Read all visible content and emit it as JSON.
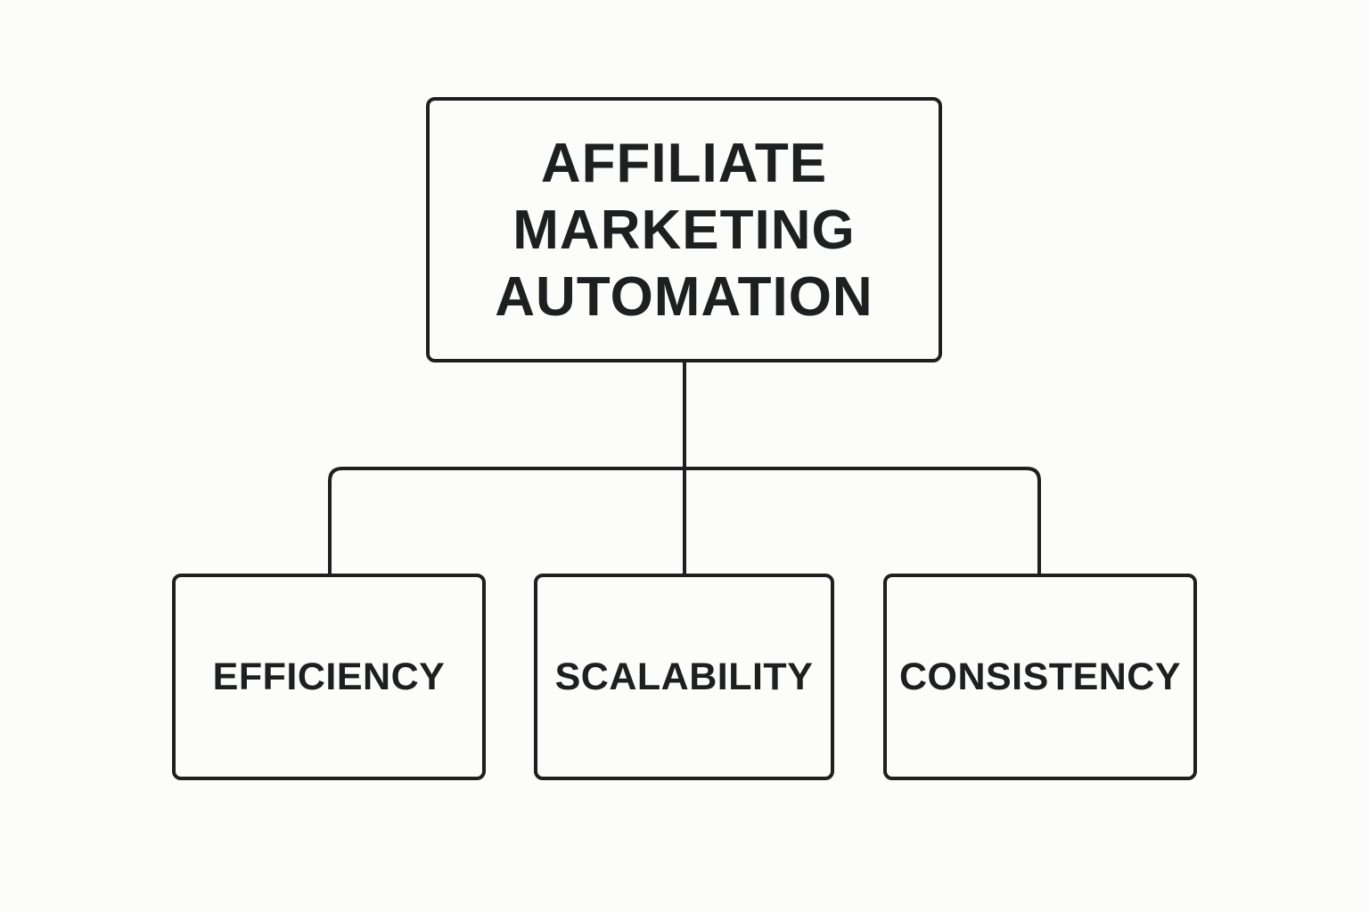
{
  "diagram": {
    "root": {
      "label": "AFFILIATE\nMARKETING\nAUTOMATION"
    },
    "children": [
      {
        "label": "EFFICIENCY"
      },
      {
        "label": "SCALABILITY"
      },
      {
        "label": "CONSISTENCY"
      }
    ]
  },
  "colors": {
    "background": "#fcfcfa",
    "stroke": "#1d1f20",
    "text": "#1d1f20"
  }
}
